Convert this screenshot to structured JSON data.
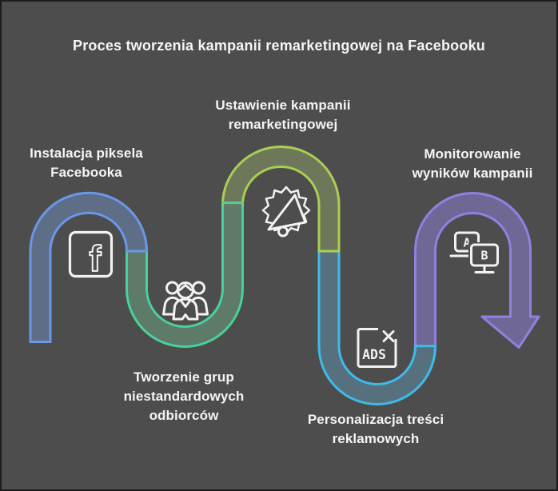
{
  "title": "Proces tworzenia kampanii remarketingowej na Facebooku",
  "steps": [
    {
      "id": 1,
      "label": "Instalacja piksela Facebooka",
      "icon": "facebook-pixel-icon",
      "edge_color": "#6b97e8",
      "fill_color": "#5e6e87"
    },
    {
      "id": 2,
      "label": "Tworzenie grup niestandardowych odbiorców",
      "icon": "custom-audience-icon",
      "edge_color": "#48d19c",
      "fill_color": "#5e7a68"
    },
    {
      "id": 3,
      "label": "Ustawienie kampanii remarketingowej",
      "icon": "megaphone-icon",
      "edge_color": "#a9cf52",
      "fill_color": "#6f775b"
    },
    {
      "id": 4,
      "label": "Personalizacja treści reklamowych",
      "icon": "ads-icon",
      "edge_color": "#3fbbe8",
      "fill_color": "#57707e"
    },
    {
      "id": 5,
      "label": "Monitorowanie wyników kampanii",
      "icon": "ab-test-icon",
      "edge_color": "#9180e2",
      "fill_color": "#6f6794"
    }
  ],
  "icon_texts": {
    "facebook_letter": "f",
    "ads_label": "ADS",
    "ab_letter_a": "A",
    "ab_letter_b": "B"
  },
  "colors": {
    "background": "#4d4d4d",
    "border": "#1c1c1c",
    "text": "#f5f5f5",
    "icon_stroke": "#f2f2f2"
  }
}
